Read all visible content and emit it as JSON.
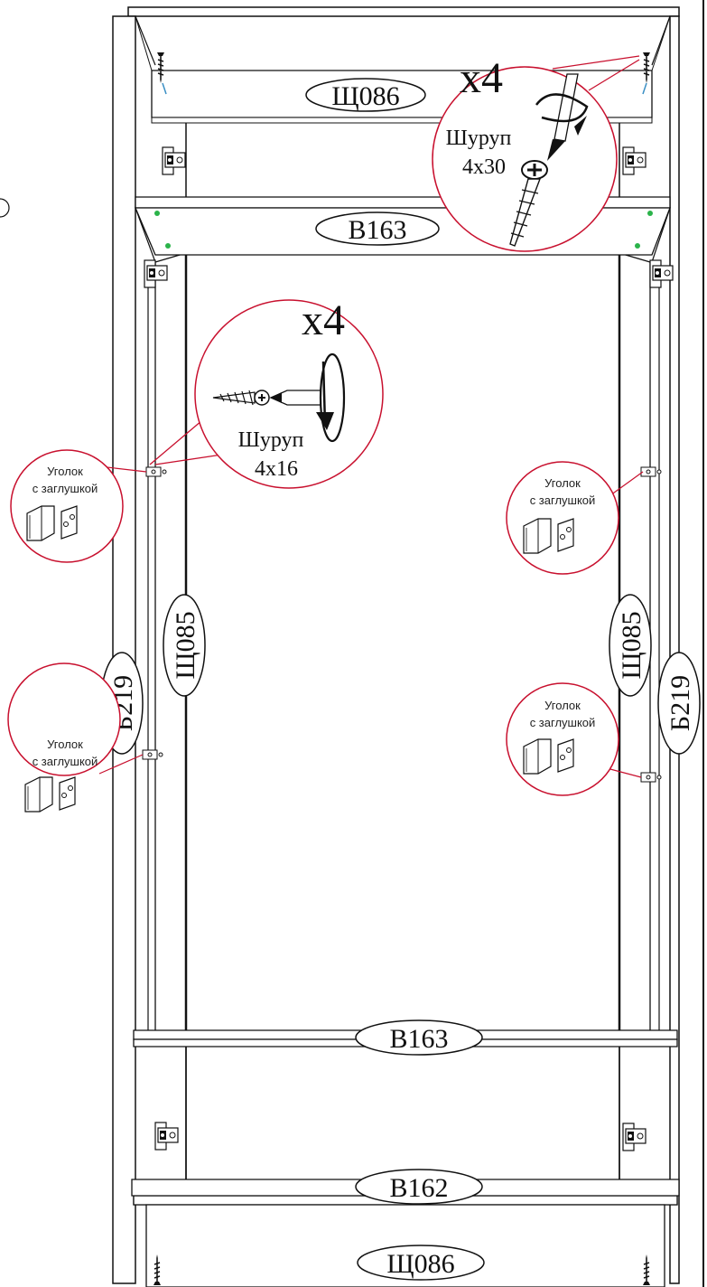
{
  "part_labels": {
    "top_panel": "Щ086",
    "upper_shelf": "В163",
    "lower_shelf": "В163",
    "bottom_rail": "В162",
    "bottom_panel": "Щ086",
    "left_back_panel": "Щ085",
    "right_back_panel": "Щ085",
    "left_side": "Б219",
    "right_side": "Б219"
  },
  "callouts": {
    "screw_top": {
      "count": "x4",
      "name": "Шуруп",
      "size": "4x30"
    },
    "screw_mid": {
      "count": "x4",
      "name": "Шуруп",
      "size": "4x16"
    }
  },
  "brackets": [
    {
      "line1": "Уголок",
      "line2": "с заглушкой"
    },
    {
      "line1": "Уголок",
      "line2": "с заглушкой"
    },
    {
      "line1": "Уголок",
      "line2": "с заглушкой"
    },
    {
      "line1": "Уголок",
      "line2": "с заглушкой"
    }
  ],
  "colors": {
    "line": "#1a1a1a",
    "callout_red": "#c8102e",
    "accent_green": "#2bb34a",
    "screw_blue": "#3a8fc4",
    "panel_fill": "#ffffff",
    "shade": "#d9d9d9"
  }
}
